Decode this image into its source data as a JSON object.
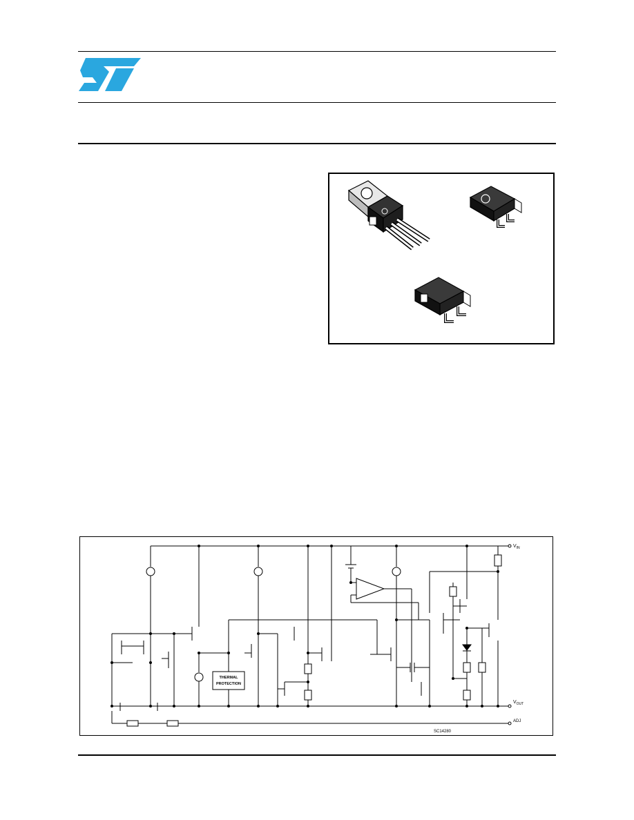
{
  "brand": {
    "logo_text": "ST",
    "logo_color": "#2aa7df"
  },
  "packages": {
    "icon_names": [
      "to220-package-icon",
      "dpak-package-icon",
      "d2pak-package-icon"
    ]
  },
  "schematic": {
    "vin_label": "V",
    "vin_sub": "IN",
    "vout_label": "V",
    "vout_sub": "OUT",
    "adj_label": "ADJ",
    "thermal_line1": "THERMAL",
    "thermal_line2": "PROTECTION",
    "figure_code": "SC14280"
  }
}
